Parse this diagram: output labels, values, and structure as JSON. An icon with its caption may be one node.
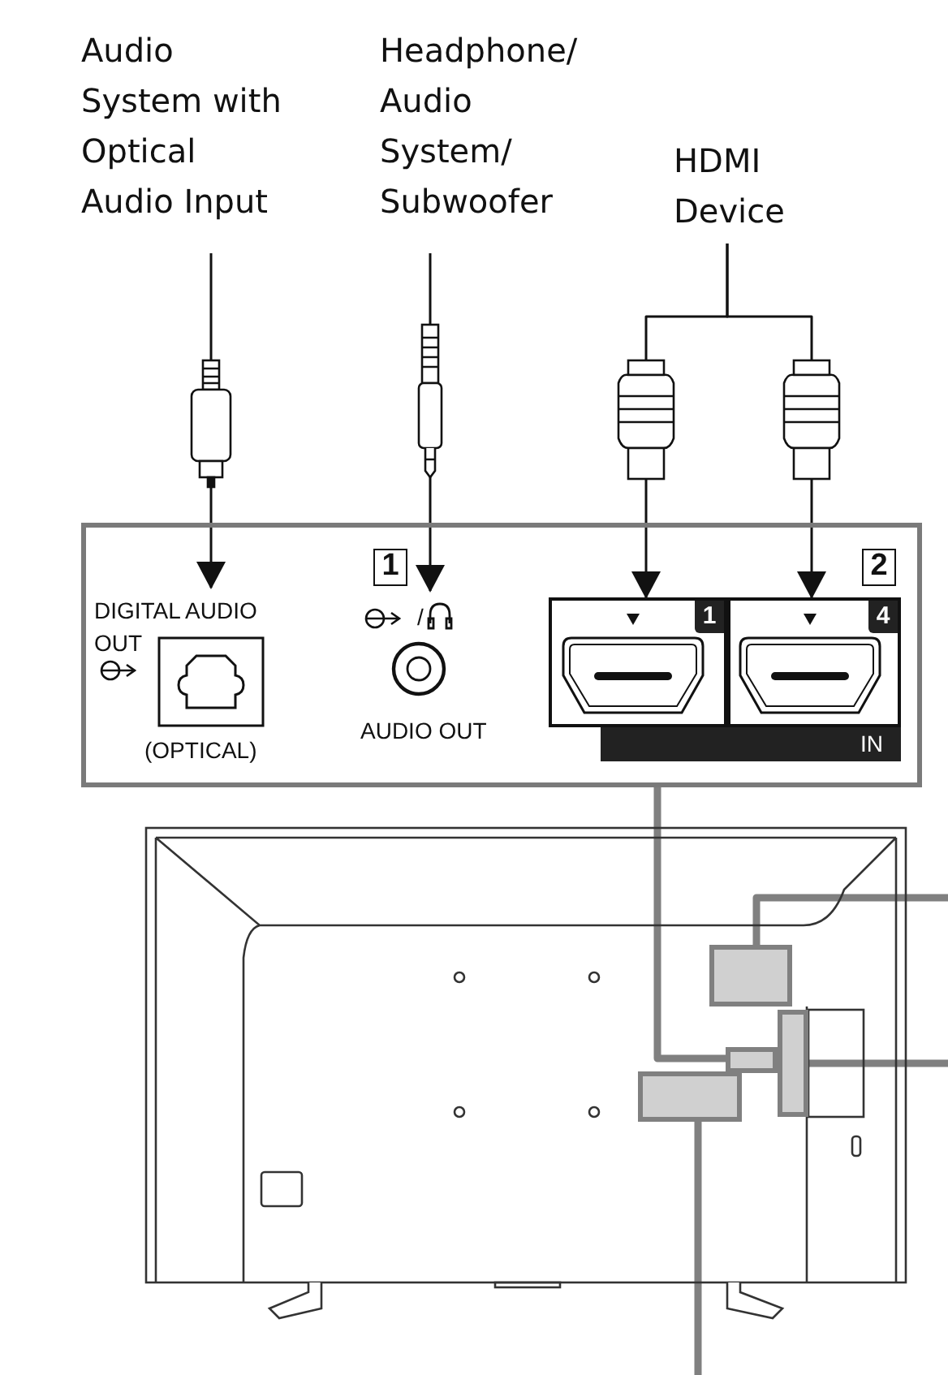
{
  "diagram": {
    "nodes": [
      {
        "text": [
          "Audio System with Optical Audio Input"
        ]
      },
      {
        "text": [
          "Headphone/ Audio System/ Subwoofer"
        ]
      },
      {
        "text": [
          "HDMI Device"
        ]
      },
      {
        "text": [],
        "shape": "box"
      },
      {
        "text": [
          "DIGITAL AUDIO OUT",
          "(OPTICAL)"
        ],
        "in": 3
      },
      {
        "text": [
          "AUDIO OUT"
        ],
        "in": 3
      },
      {
        "text": [
          "1"
        ],
        "in": 3
      },
      {
        "text": [
          "4"
        ],
        "in": 3
      },
      {
        "text": [],
        "shape": "box"
      },
      {
        "text": [],
        "shape": "box"
      },
      {
        "text": [],
        "shape": "box"
      },
      {
        "text": [],
        "shape": "box"
      }
    ],
    "edges": [
      {
        "from": 0,
        "to": 4,
        "arrow": "to"
      },
      {
        "from": 1,
        "to": 5,
        "arrow": "to"
      },
      {
        "from": 2,
        "to": 6,
        "arrow": "to"
      },
      {
        "from": 2,
        "to": 7,
        "arrow": "to"
      },
      {
        "from": 3,
        "to": 9,
        "arrow": "none",
        "style": "thick",
        "color": "#808080"
      },
      {
        "from": 8,
        "to": null,
        "arrow": "none",
        "style": "thick",
        "color": "#808080"
      },
      {
        "from": 10,
        "to": null,
        "arrow": "none",
        "style": "thick",
        "color": "#808080"
      },
      {
        "from": 11,
        "to": null,
        "arrow": "none",
        "style": "thick",
        "color": "#808080"
      }
    ],
    "labels": [
      "1",
      "2",
      "/",
      "IN"
    ]
  }
}
